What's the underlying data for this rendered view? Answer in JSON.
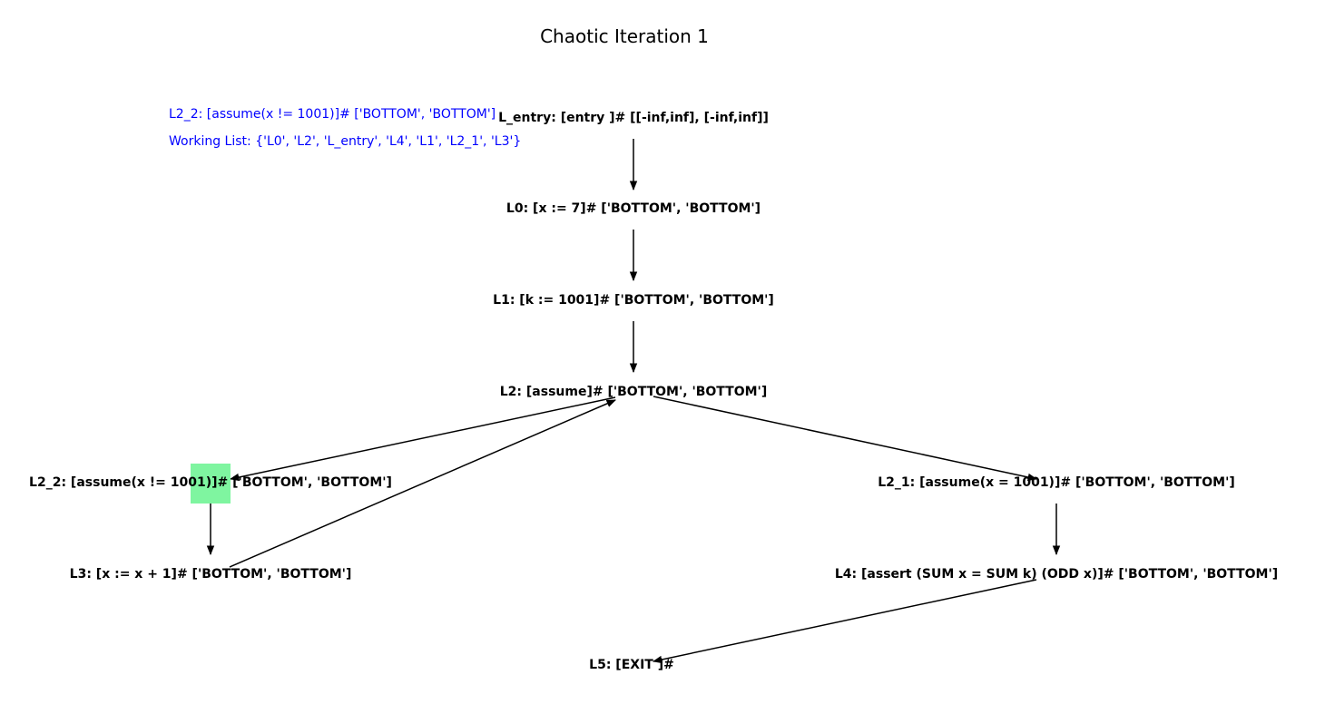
{
  "title": "Chaotic Iteration 1",
  "info": {
    "current": "L2_2: [assume(x != 1001)]# ['BOTTOM', 'BOTTOM']",
    "working_list": "Working List: {'L0', 'L2', 'L_entry', 'L4', 'L1', 'L2_1', 'L3'}"
  },
  "nodes": {
    "l_entry": "L_entry: [entry ]# [[-inf,inf], [-inf,inf]]",
    "l0": "L0: [x := 7]# ['BOTTOM', 'BOTTOM']",
    "l1": "L1: [k := 1001]# ['BOTTOM', 'BOTTOM']",
    "l2": "L2: [assume]# ['BOTTOM', 'BOTTOM']",
    "l2_2": "L2_2: [assume(x != 1001)]# ['BOTTOM', 'BOTTOM']",
    "l2_1": "L2_1: [assume(x = 1001)]# ['BOTTOM', 'BOTTOM']",
    "l3": "L3: [x := x + 1]# ['BOTTOM', 'BOTTOM']",
    "l4": "L4: [assert (SUM x = SUM k) (ODD x)]# ['BOTTOM', 'BOTTOM']",
    "l5": "L5: [EXIT ]#"
  },
  "edges": [
    [
      "l_entry",
      "l0"
    ],
    [
      "l0",
      "l1"
    ],
    [
      "l1",
      "l2"
    ],
    [
      "l2",
      "l2_2"
    ],
    [
      "l2",
      "l2_1"
    ],
    [
      "l2_2",
      "l3"
    ],
    [
      "l3",
      "l2"
    ],
    [
      "l2_1",
      "l4"
    ],
    [
      "l4",
      "l5"
    ]
  ],
  "highlight_node": "l2_2",
  "colors": {
    "highlight": "#7ff5a0",
    "info_text": "#0000ff",
    "edge": "#000000"
  }
}
